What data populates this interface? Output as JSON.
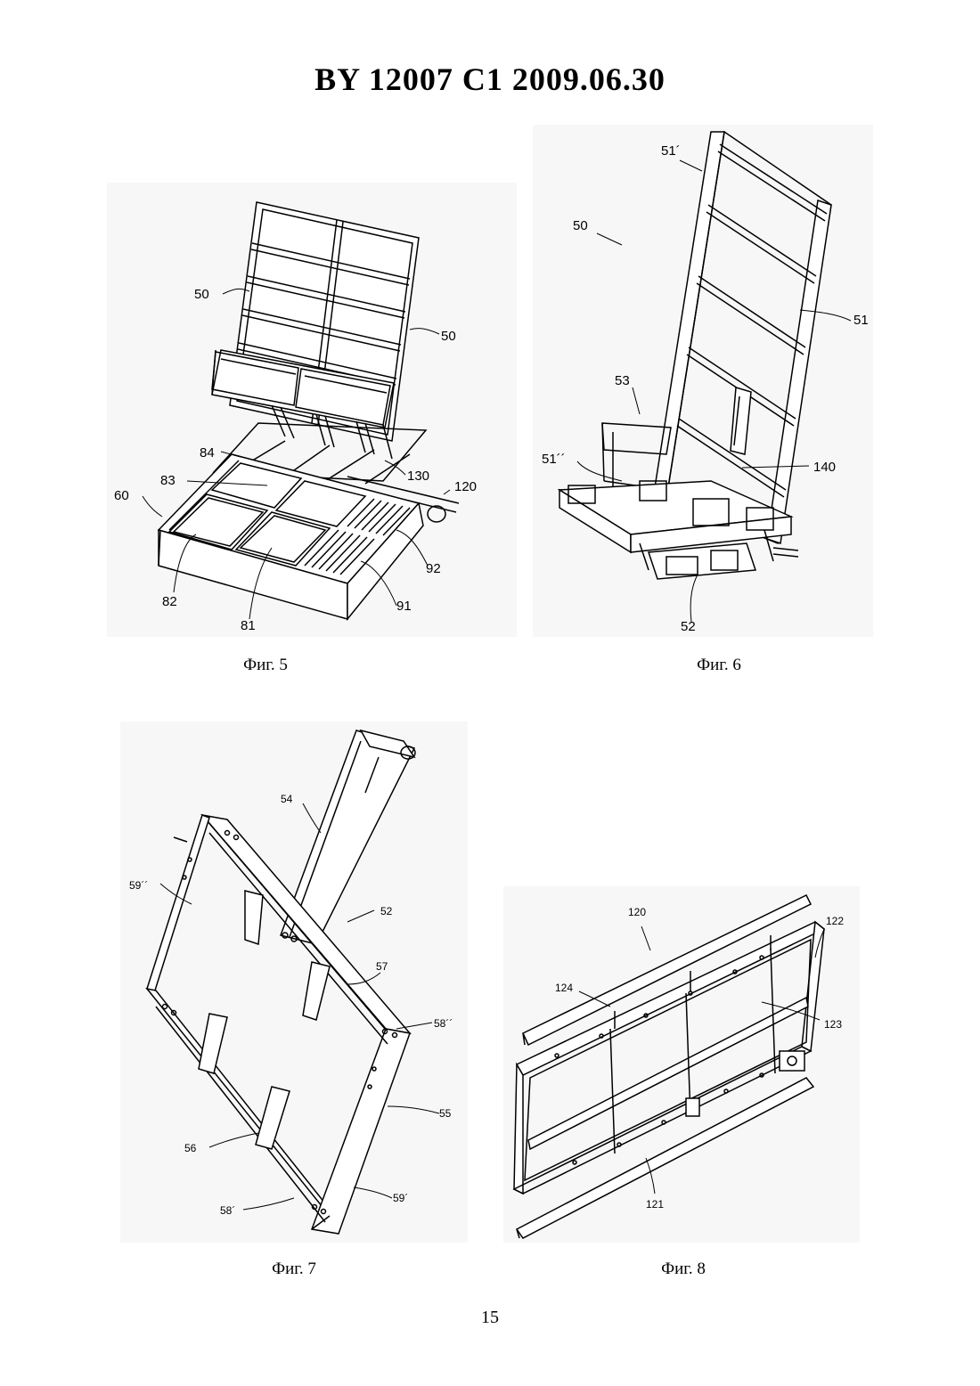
{
  "header": {
    "title": "BY 12007 C1 2009.06.30"
  },
  "figures": [
    {
      "caption": "Фиг. 5",
      "labels": {
        "l50a": "50",
        "l50b": "50",
        "l84": "84",
        "l83": "83",
        "l60": "60",
        "l130": "130",
        "l120": "120",
        "l92": "92",
        "l82": "82",
        "l81": "81",
        "l91": "91"
      }
    },
    {
      "caption": "Фиг. 6",
      "labels": {
        "l51p": "51´",
        "l50": "50",
        "l51": "51",
        "l53": "53",
        "l51pp": "51´´",
        "l140": "140",
        "l52": "52"
      }
    },
    {
      "caption": "Фиг. 7",
      "labels": {
        "l54": "54",
        "l59pp": "59´´",
        "l52": "52",
        "l57": "57",
        "l58pp": "58´´",
        "l55": "55",
        "l56": "56",
        "l58p": "58´",
        "l59p": "59´"
      }
    },
    {
      "caption": "Фиг. 8",
      "labels": {
        "l120": "120",
        "l122": "122",
        "l124": "124",
        "l123": "123",
        "l121": "121"
      }
    }
  ],
  "page_number": "15"
}
